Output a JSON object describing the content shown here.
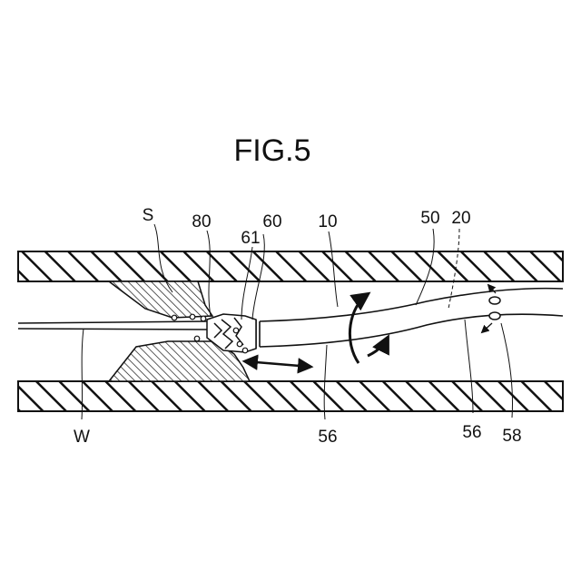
{
  "figure": {
    "title": "FIG.5"
  },
  "labels": {
    "S": "S",
    "n80": "80",
    "n60": "60",
    "n61": "61",
    "n10": "10",
    "n50": "50",
    "n20": "20",
    "W": "W",
    "n56a": "56",
    "n56b": "56",
    "n58": "58"
  },
  "colors": {
    "line": "#111111",
    "background": "#ffffff"
  }
}
